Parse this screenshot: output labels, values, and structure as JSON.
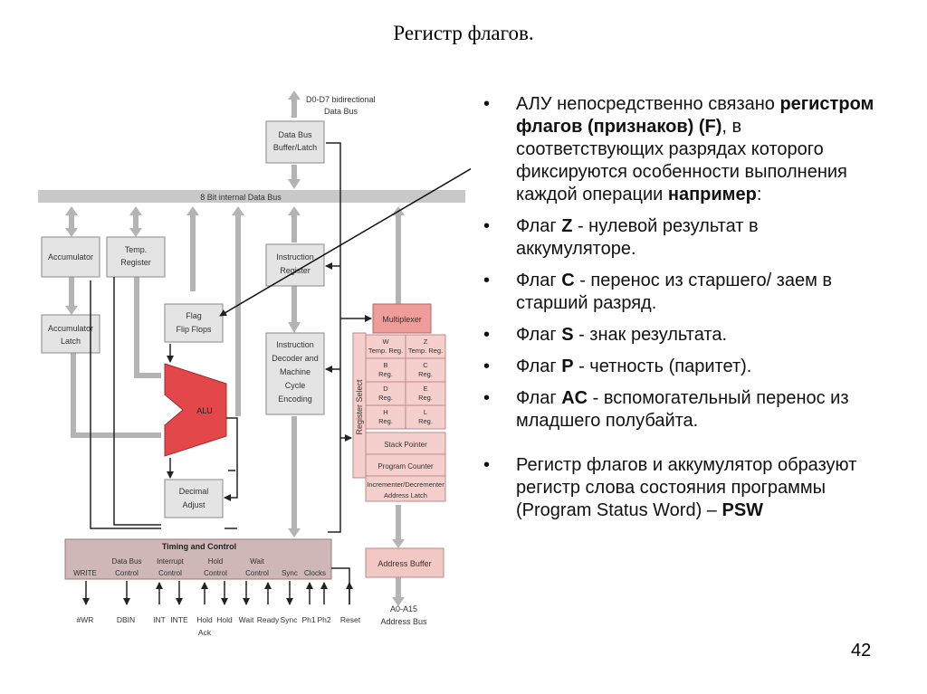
{
  "slide": {
    "title": "Регистр флагов.",
    "page_number": "42"
  },
  "diagram": {
    "data_bus_top": [
      "D0-D7 bidirectional",
      "Data Bus"
    ],
    "data_bus_buffer": [
      "Data Bus",
      "Buffer/Latch"
    ],
    "internal_bus": "8 Bit internal Data Bus",
    "accumulator": "Accumulator",
    "temp_register": [
      "Temp.",
      "Register"
    ],
    "instruction_register": [
      "Instruction",
      "Register"
    ],
    "multiplexer": "Multiplexer",
    "accumulator_latch": [
      "Accumulator",
      "Latch"
    ],
    "flag_flip_flops": [
      "Flag",
      "Flip Flops"
    ],
    "instruction_decoder": [
      "Instruction",
      "Decoder and",
      "Machine",
      "Cycle",
      "Encoding"
    ],
    "register_select": "Register Select",
    "alu": "ALU",
    "decimal_adjust": [
      "Decimal",
      "Adjust"
    ],
    "register_rows": [
      [
        [
          "W",
          "Temp. Reg."
        ],
        [
          "Z",
          "Temp. Reg."
        ]
      ],
      [
        [
          "B",
          "Reg."
        ],
        [
          "C",
          "Reg."
        ]
      ],
      [
        [
          "D",
          "Reg."
        ],
        [
          "E",
          "Reg."
        ]
      ],
      [
        [
          "H",
          "Reg."
        ],
        [
          "L",
          "Reg."
        ]
      ]
    ],
    "stack_pointer": "Stack Pointer",
    "program_counter": "Program Counter",
    "incrementer": [
      "Incrementer/Decrementer",
      "Address Latch"
    ],
    "timing_title": "Timing and Control",
    "timing_labels": [
      [
        "WRITE"
      ],
      [
        "Data Bus",
        "Control"
      ],
      [
        "Interrupt",
        "Control"
      ],
      [
        "Hold",
        "Control"
      ],
      [
        "Wait",
        "Control"
      ],
      [
        "Sync"
      ],
      [
        "Clocks"
      ]
    ],
    "pins": [
      "#WR",
      "DBIN",
      "INT",
      "INTE",
      "Hold",
      "Hold",
      "Ack",
      "Wait",
      "Ready",
      "Sync",
      "Ph1",
      "Ph2",
      "Reset"
    ],
    "address_buffer": "Address Buffer",
    "address_bus": [
      "A0-A15",
      "Address Bus"
    ]
  },
  "bullets": [
    {
      "parts": [
        {
          "text": "АЛУ непосредственно связано ",
          "bold": false
        },
        {
          "text": "регистром флагов (признаков) (F)",
          "bold": true
        },
        {
          "text": ", в соответствующих разрядах которого фиксируются особенности выполнения каждой операции ",
          "bold": false
        },
        {
          "text": "например",
          "bold": true
        },
        {
          "text": ":",
          "bold": false
        }
      ]
    },
    {
      "parts": [
        {
          "text": "Флаг  ",
          "bold": false
        },
        {
          "text": "Z",
          "bold": true
        },
        {
          "text": " - нулевой результат в аккумуляторе.",
          "bold": false
        }
      ]
    },
    {
      "parts": [
        {
          "text": "Флаг  ",
          "bold": false
        },
        {
          "text": "C",
          "bold": true
        },
        {
          "text": " - перенос из старшего/ заем в старший разряд.",
          "bold": false
        }
      ]
    },
    {
      "parts": [
        {
          "text": "Флаг  ",
          "bold": false
        },
        {
          "text": "S",
          "bold": true
        },
        {
          "text": " - знак результата.",
          "bold": false
        }
      ]
    },
    {
      "parts": [
        {
          "text": "Флаг  ",
          "bold": false
        },
        {
          "text": "P",
          "bold": true
        },
        {
          "text": " - четность (паритет).",
          "bold": false
        }
      ]
    },
    {
      "parts": [
        {
          "text": "Флаг  ",
          "bold": false
        },
        {
          "text": "AC",
          "bold": true
        },
        {
          "text": " - вспомогательный перенос из младшего полубайта.",
          "bold": false
        }
      ]
    },
    {
      "gap": true,
      "parts": [
        {
          "text": "Регистр флагов и аккумулятор образуют регистр слова состояния программы (Program Status Word) – ",
          "bold": false
        },
        {
          "text": "PSW",
          "bold": true
        }
      ]
    }
  ],
  "bullet_symbol": "•",
  "colors": {
    "block_fill": "#e4e4e4",
    "bus_fill": "#c8c8c8",
    "arrow_fill": "#b4b4b4",
    "alu_fill": "#e3474a",
    "register_fill": "#f4cfcc",
    "multiplexer_fill": "#ee9d9a",
    "timing_fill": "#ceb7b6",
    "address_buffer_fill": "#f2c8c5"
  }
}
